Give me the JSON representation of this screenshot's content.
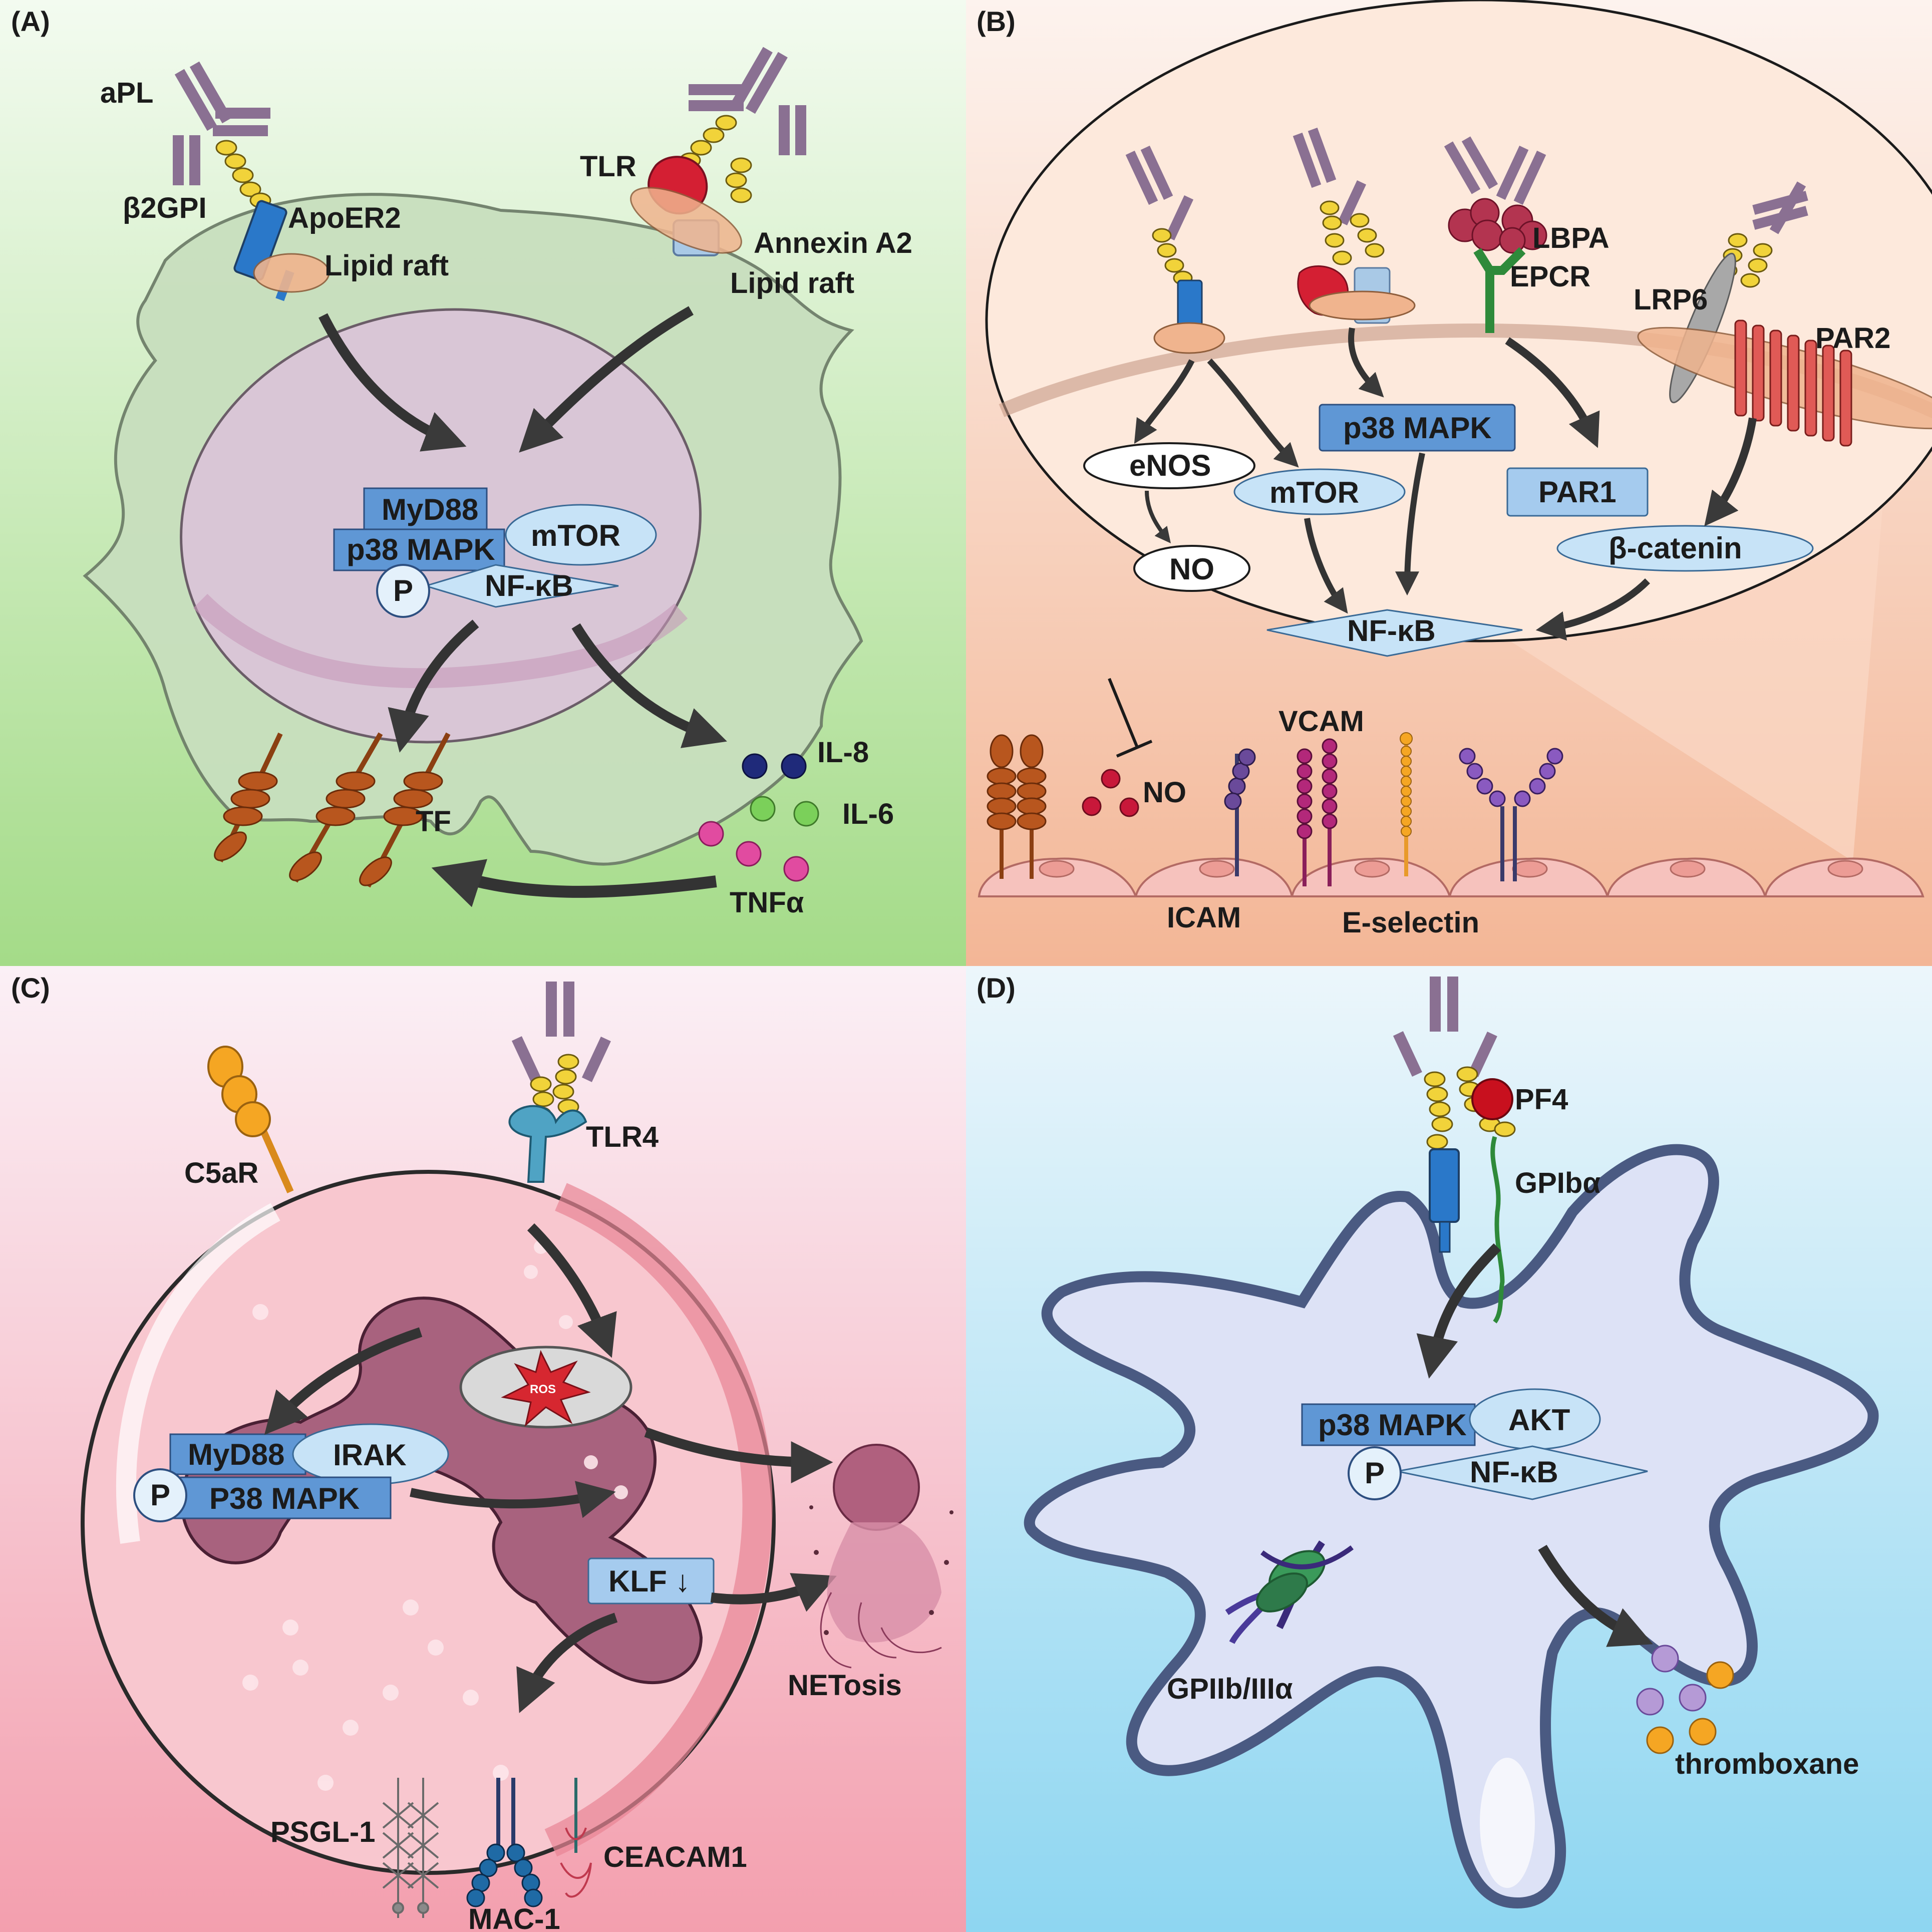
{
  "panels": {
    "a": {
      "letter": "(A)",
      "labels": {
        "apl": "aPL",
        "b2gpi": "β2GPI",
        "apoer2": "ApoER2",
        "lipid_raft_1": "Lipid raft",
        "tlr": "TLR",
        "annexin": "Annexin A2",
        "lipid_raft_2": "Lipid raft",
        "tf": "TF",
        "il8": "IL-8",
        "il6": "IL-6",
        "tnfa": "TNFα"
      },
      "signaling": {
        "myd88": "MyD88",
        "p38": "p38 MAPK",
        "mtor": "mTOR",
        "p": "P",
        "nfkb": "NF-κB"
      },
      "colors": {
        "bg_top": "#f2fbf0",
        "bg_bottom": "#a6dc8a",
        "cell": "#c9dfc0",
        "nucleus": "#d8c7d6"
      }
    },
    "b": {
      "letter": "(B)",
      "labels": {
        "lbpa": "LBPA",
        "epcr": "EPCR",
        "lrp6": "LRP6",
        "par2": "PAR2",
        "no_bottom": "NO",
        "vcam": "VCAM",
        "icam": "ICAM",
        "eselectin": "E-selectin"
      },
      "signaling": {
        "enos": "eNOS",
        "mtor": "mTOR",
        "p38": "p38 MAPK",
        "par1": "PAR1",
        "bcat": "β-catenin",
        "no": "NO",
        "nfkb": "NF-κB"
      },
      "colors": {
        "bg_top": "#fdf3ee",
        "bg_bottom": "#f4b998",
        "ellipse": "#fde9dc"
      }
    },
    "c": {
      "letter": "(C)",
      "labels": {
        "c5ar": "C5aR",
        "tlr4": "TLR4",
        "ros": "ROS",
        "netosis": "NETosis",
        "psgl1": "PSGL-1",
        "mac1": "MAC-1",
        "ceacam1": "CEACAM1"
      },
      "signaling": {
        "myd88": "MyD88",
        "irak": "IRAK",
        "p": "P",
        "p38": "P38 MAPK",
        "klf": "KLF ↓"
      },
      "colors": {
        "bg_top": "#fbeef5",
        "bg_bottom": "#f3a0b0",
        "cell": "#f8c6cf",
        "nucleus": "#a8607a"
      }
    },
    "d": {
      "letter": "(D)",
      "labels": {
        "pf4": "PF4",
        "gpiba": "GPIbα",
        "gpiib": "GPIIb/IIIα",
        "thromboxane": "thromboxane"
      },
      "signaling": {
        "p38": "p38 MAPK",
        "akt": "AKT",
        "p": "P",
        "nfkb": "NF-κB"
      },
      "colors": {
        "bg_top": "#eaf5fb",
        "bg_bottom": "#8fd6f0",
        "platelet": "#dde2f6"
      }
    }
  }
}
